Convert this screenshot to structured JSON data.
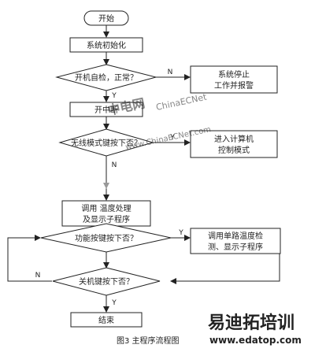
{
  "flowchart": {
    "start": "开始",
    "init": "系统初始化",
    "self_check": "开机自检，正常？",
    "self_check_no": "N",
    "self_check_yes": "Y",
    "stop_alarm_line1": "系统停止",
    "stop_alarm_line2": "工作并报警",
    "open_interrupt": "开中断",
    "wireless_key": "无线模式键按下否？",
    "wireless_yes": "Y",
    "wireless_no": "N",
    "pc_mode_line1": "进入计算机",
    "pc_mode_line2": "控制模式",
    "temp_proc_line1": "调用 温度处理",
    "temp_proc_line2": "及显示子程序",
    "func_key": "功能按键按下否？",
    "func_yes": "Y",
    "single_temp_line1": "调用单路温度检",
    "single_temp_line2": "测、显示子程序",
    "power_key": "关机键按下否？",
    "power_no": "N",
    "power_yes": "Y",
    "end": "结束"
  },
  "caption": "图3 主程序流程图",
  "watermarks": {
    "site_cn": "中电网",
    "site_en": "ChinaECNet",
    "site_url": "www.ChinaECNet.com",
    "brand_cn": "易迪拓培训",
    "brand_url": "www.edatop.com"
  },
  "colors": {
    "line": "#222222",
    "watermark_red": "#d9534f",
    "watermark_blue": "#3a86c8",
    "brand_red": "#c9302c"
  }
}
